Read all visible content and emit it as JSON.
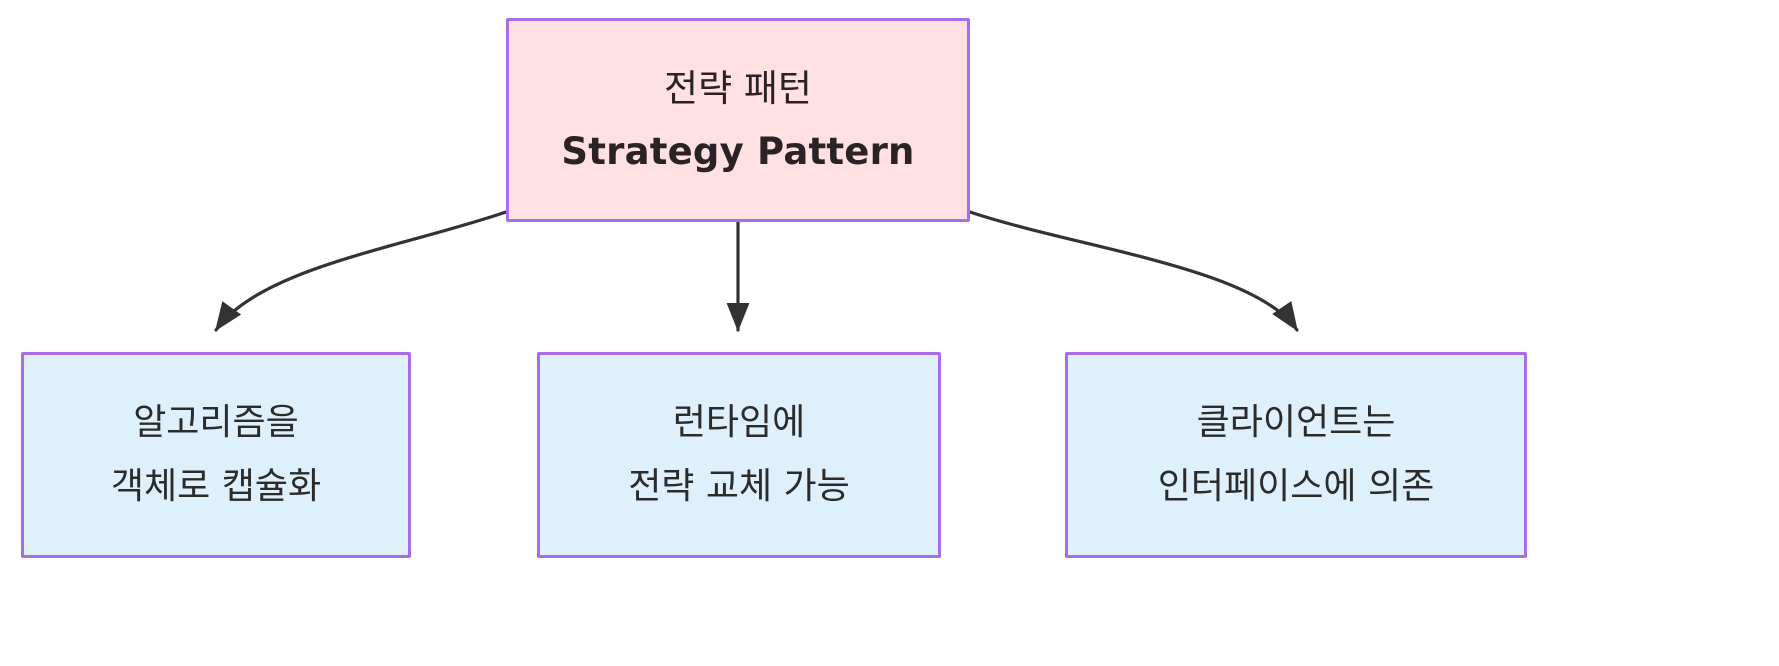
{
  "diagram": {
    "type": "flowchart",
    "direction": "top-down",
    "background_color": "#ffffff",
    "edge_color": "#333333",
    "nodes": [
      {
        "id": "root",
        "role": "root",
        "lines": [
          "전략 패턴",
          "Strategy Pattern"
        ],
        "fill_color": "#ffe0e3",
        "border_color": "#a86ee8",
        "text_color": "#2b2226"
      },
      {
        "id": "encapsulate",
        "role": "leaf",
        "lines": [
          "알고리즘을",
          "객체로 캡슐화"
        ],
        "fill_color": "#ddf0fb",
        "border_color": "#a86ee8",
        "text_color": "#2b2b2b"
      },
      {
        "id": "runtime",
        "role": "leaf",
        "lines": [
          "런타임에",
          "전략 교체 가능"
        ],
        "fill_color": "#ddf0fb",
        "border_color": "#a86ee8",
        "text_color": "#2b2b2b"
      },
      {
        "id": "interface",
        "role": "leaf",
        "lines": [
          "클라이언트는",
          "인터페이스에 의존"
        ],
        "fill_color": "#ddf0fb",
        "border_color": "#a86ee8",
        "text_color": "#2b2b2b"
      }
    ],
    "edges": [
      {
        "id": "root-to-encapsulate",
        "from": "root",
        "to": "encapsulate",
        "style": "curved",
        "arrowhead": "filled-triangle",
        "label": ""
      },
      {
        "id": "root-to-runtime",
        "from": "root",
        "to": "runtime",
        "style": "straight",
        "arrowhead": "filled-triangle",
        "label": ""
      },
      {
        "id": "root-to-interface",
        "from": "root",
        "to": "interface",
        "style": "curved",
        "arrowhead": "filled-triangle",
        "label": ""
      }
    ]
  }
}
